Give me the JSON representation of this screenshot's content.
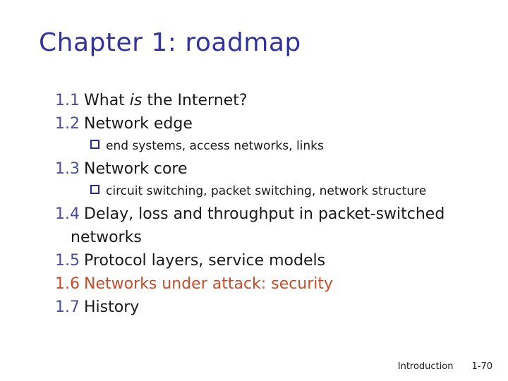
{
  "slide": {
    "title": "Chapter 1: roadmap",
    "colors": {
      "title_blue": "#3333a0",
      "number_blue": "#4d4d9f",
      "body_text": "#1a1a1a",
      "highlight_orange": "#cc4a28",
      "bullet_navy": "#2525a8",
      "background": "#ffffff"
    },
    "items": [
      {
        "number": "1.1",
        "pre": "What ",
        "italic": "is",
        "post": " the Internet?"
      },
      {
        "number": "1.2",
        "text": "Network edge"
      },
      {
        "bullet_icon": "square-outline-bullet",
        "text": "end systems, access networks, links"
      },
      {
        "number": "1.3",
        "text": "Network core"
      },
      {
        "bullet_icon": "square-outline-bullet",
        "text": "circuit switching, packet switching, network structure"
      },
      {
        "number": "1.4",
        "text": "Delay, loss and throughput in packet-switched",
        "text_line2": "networks"
      },
      {
        "number": "1.5",
        "text": "Protocol layers, service models"
      },
      {
        "number": "1.6",
        "text": "Networks under attack: security",
        "highlight": true
      },
      {
        "number": "1.7",
        "text": "History"
      }
    ],
    "footer": {
      "section": "Introduction",
      "page": "1-70"
    }
  }
}
